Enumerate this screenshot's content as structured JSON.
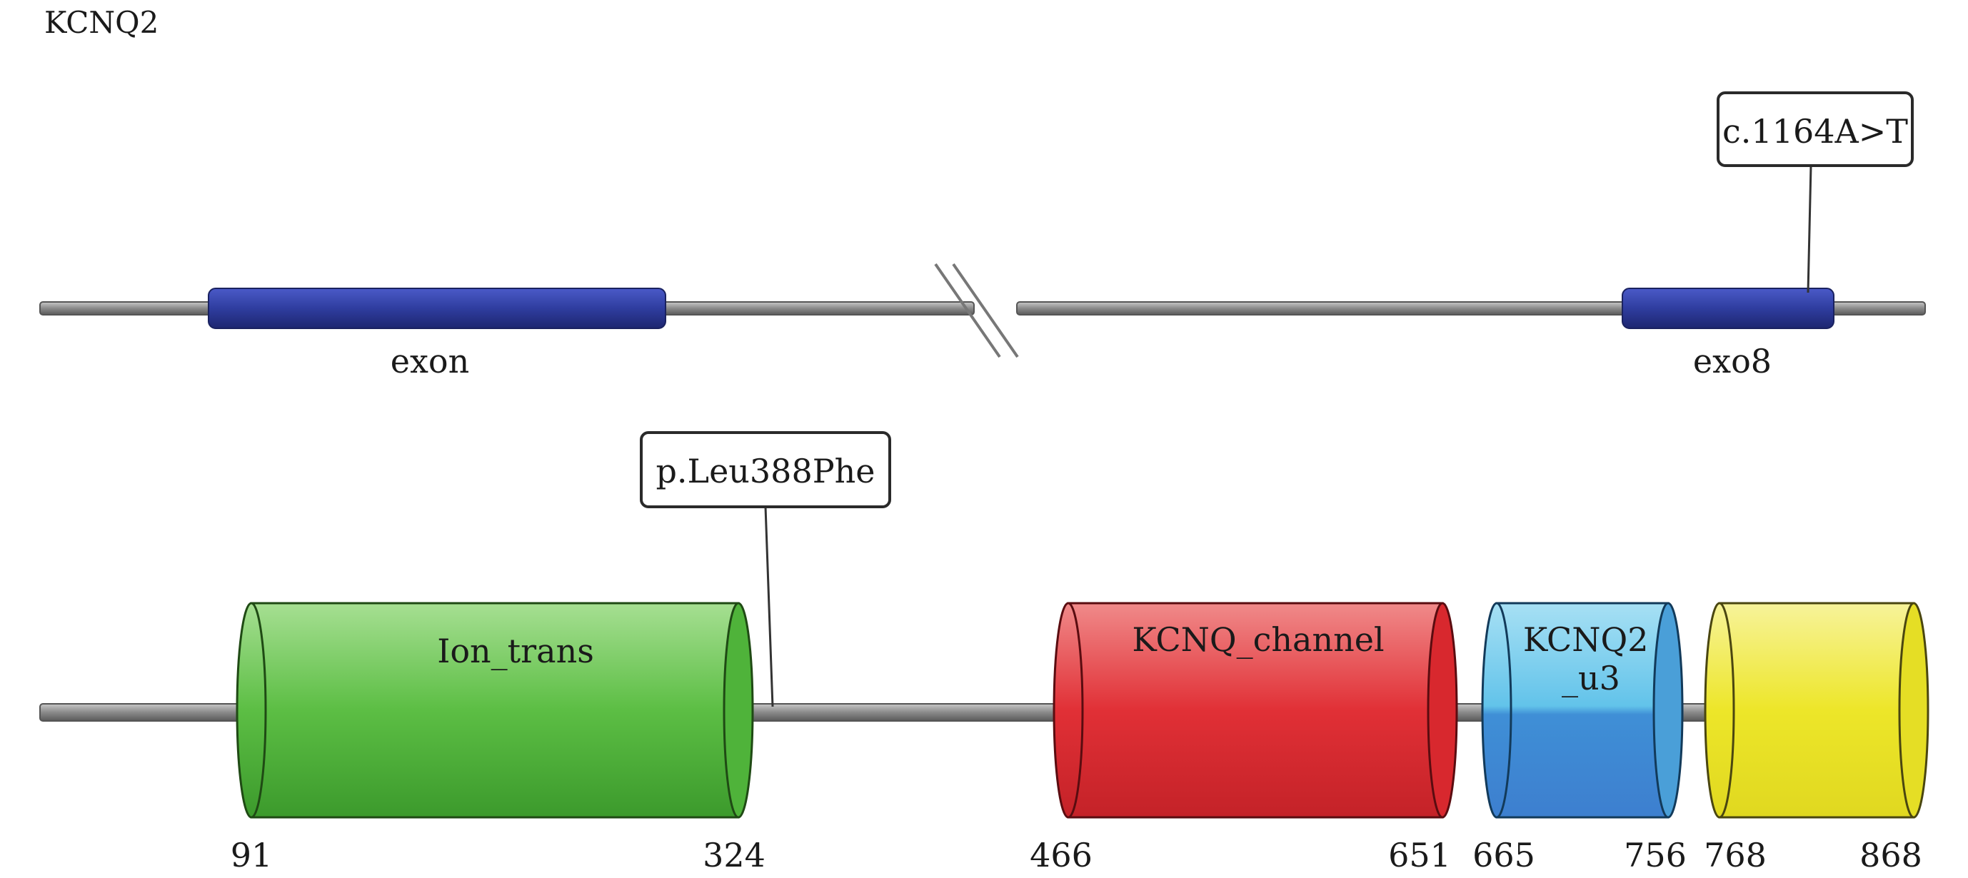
{
  "gene": "KCNQ2",
  "exons": [
    {
      "label": "exon"
    },
    {
      "label": "exo8"
    }
  ],
  "dna_variant": "c.1164A>T",
  "protein_variant": "p.Leu388Phe",
  "domains": [
    {
      "label": "Ion_trans",
      "start": "91",
      "end": "324",
      "color": "#4cb636"
    },
    {
      "label": "KCNQ_channel",
      "start": "466",
      "end": "651",
      "color": "#de2a30"
    },
    {
      "label": "KCNQ2\n_u3",
      "start": "665",
      "end": "756",
      "color": "#45a3de"
    },
    {
      "label": "",
      "start": "768",
      "end": "868",
      "color": "#ede629"
    }
  ],
  "colors": {
    "exon": "#2f3d9f",
    "backbone": "#8c8c8c"
  }
}
